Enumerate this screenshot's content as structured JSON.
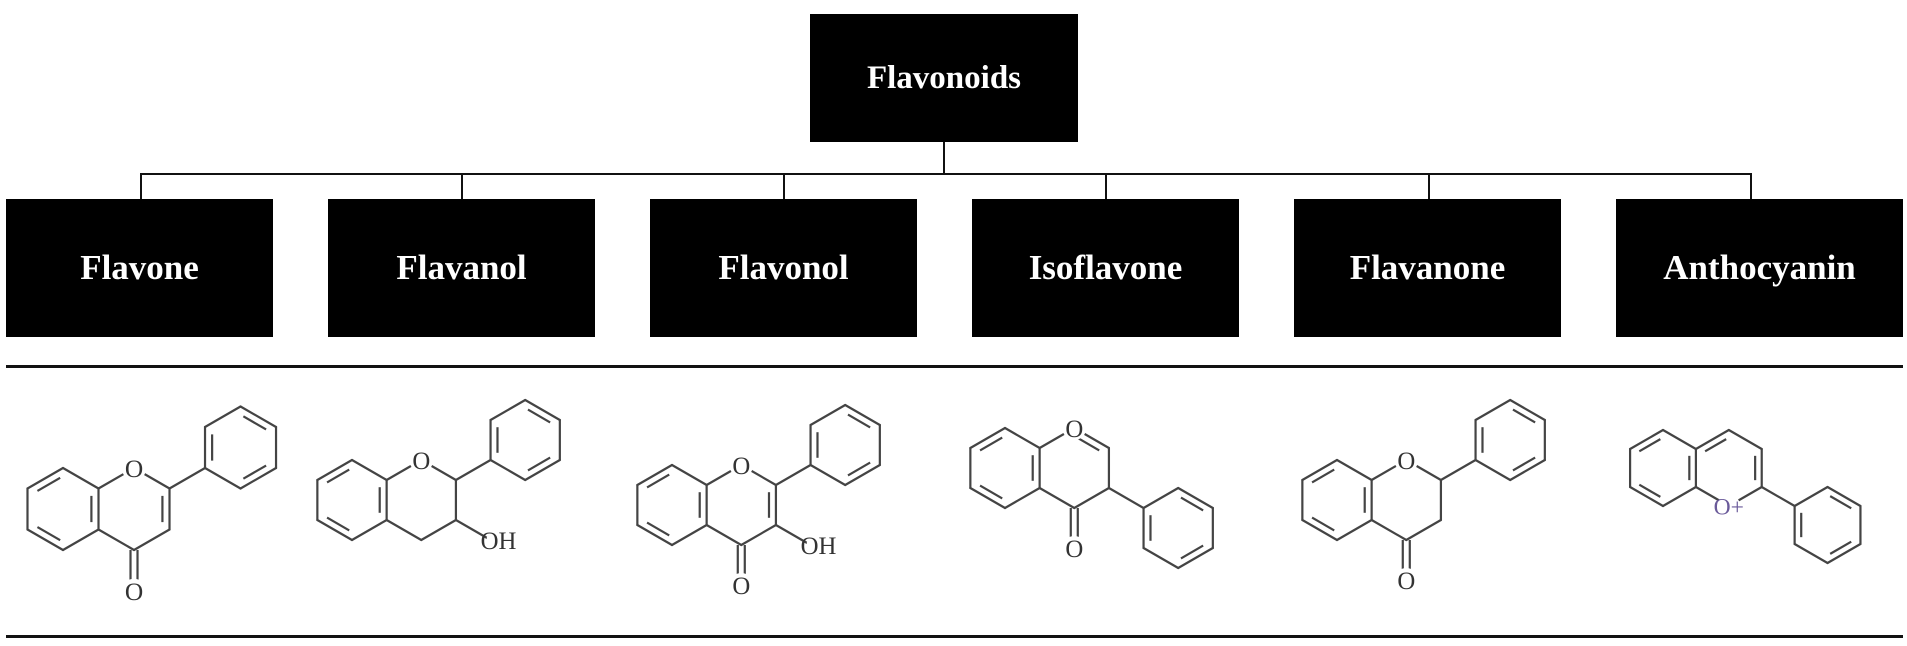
{
  "root": {
    "label": "Flavonoids"
  },
  "categories": [
    {
      "label": "Flavone",
      "structure": {
        "atoms": [
          "O",
          "O"
        ]
      }
    },
    {
      "label": "Flavanol",
      "structure": {
        "atoms": [
          "O",
          "OH"
        ]
      }
    },
    {
      "label": "Flavonol",
      "structure": {
        "atoms": [
          "O",
          "O",
          "OH"
        ]
      }
    },
    {
      "label": "Isoflavone",
      "structure": {
        "atoms": [
          "O",
          "O"
        ]
      }
    },
    {
      "label": "Flavanone",
      "structure": {
        "atoms": [
          "O",
          "O"
        ]
      }
    },
    {
      "label": "Anthocyanin",
      "structure": {
        "atoms": [
          "O+"
        ]
      }
    }
  ]
}
